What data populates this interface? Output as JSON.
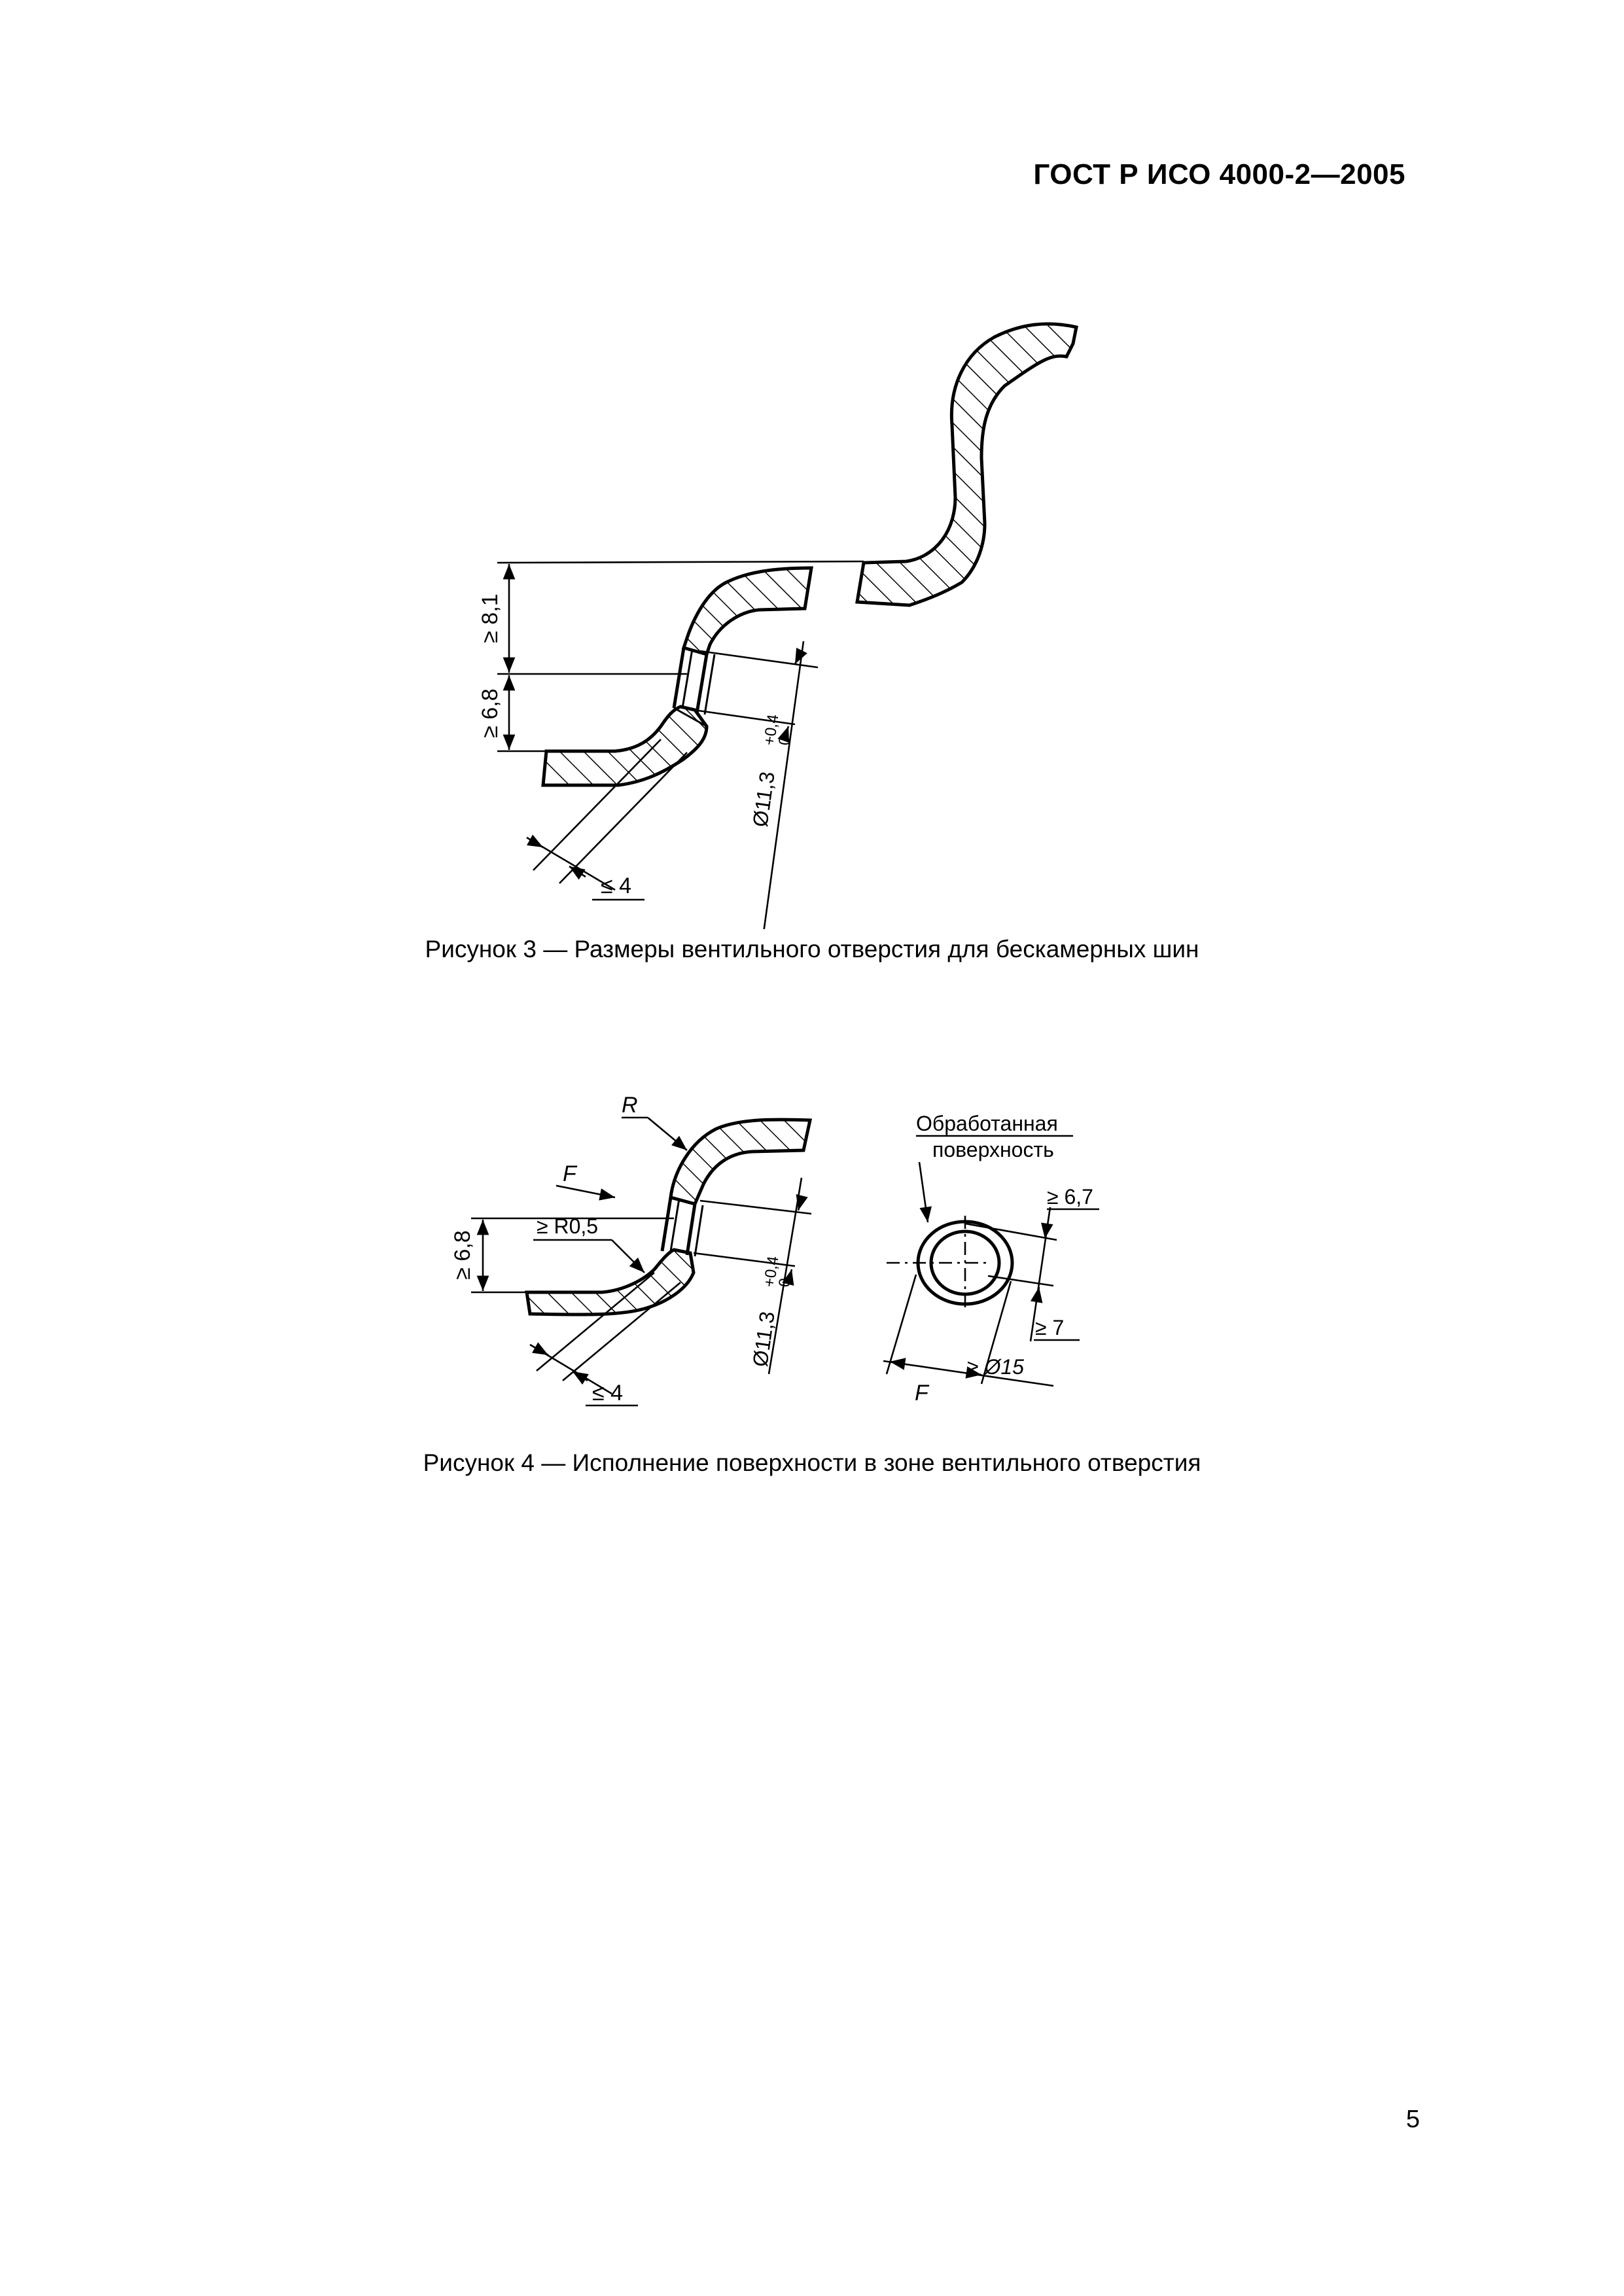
{
  "header": {
    "standard": "ГОСТ Р ИСО 4000-2—2005"
  },
  "figure3": {
    "caption": "Рисунок 3 — Размеры вентильного отверстия для бескамерных шин",
    "dims": {
      "height_top": "≥ 8,1",
      "height_bottom": "≥ 6,8",
      "diameter": "Ø11,3",
      "tol_upper": "+0,4",
      "tol_lower": "0",
      "edge_max": "≤ 4"
    }
  },
  "figure4": {
    "caption": "Рисунок 4 — Исполнение поверхности в зоне вентильного отверстия",
    "labels": {
      "radius": "R",
      "view_arrow": "F",
      "min_radius": "≥ R0,5",
      "height": "≥ 6,8",
      "diameter": "Ø11,3",
      "tol_upper": "+0,4",
      "tol_lower": "0",
      "edge_max": "≤ 4",
      "machined_line1": "Обработанная",
      "machined_line2": "поверхность",
      "dim_67": "≥ 6,7",
      "dim_7": "≥ 7",
      "dim_d15": "≥ Ø15",
      "view_label": "F"
    }
  },
  "page_number": "5"
}
